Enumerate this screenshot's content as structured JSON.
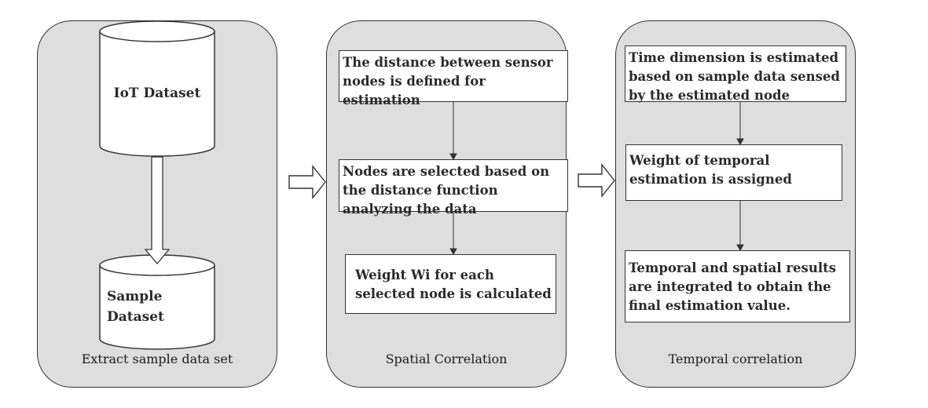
{
  "panels": [
    {
      "label": "Extract sample data set"
    },
    {
      "label": "Spatial Correlation"
    },
    {
      "label": "Temporal correlation"
    }
  ],
  "cylinders": {
    "top": {
      "label": "IoT Dataset"
    },
    "bottom": {
      "label": "Sample Dataset"
    }
  },
  "spatial_steps": [
    {
      "text": "The distance between sensor nodes is defined for estimation"
    },
    {
      "text": "Nodes are selected based on the distance function analyzing the data"
    },
    {
      "text": "Weight Wi for each selected node is calculated"
    }
  ],
  "temporal_steps": [
    {
      "text": "Time dimension is estimated based on sample data sensed by the estimated node"
    },
    {
      "text": "Weight of temporal estimation is assigned"
    },
    {
      "text": "Temporal and spatial results are integrated to obtain the final estimation value."
    }
  ],
  "colors": {
    "panel": "#dedede",
    "stroke": "#333333",
    "box": "#ffffff"
  }
}
